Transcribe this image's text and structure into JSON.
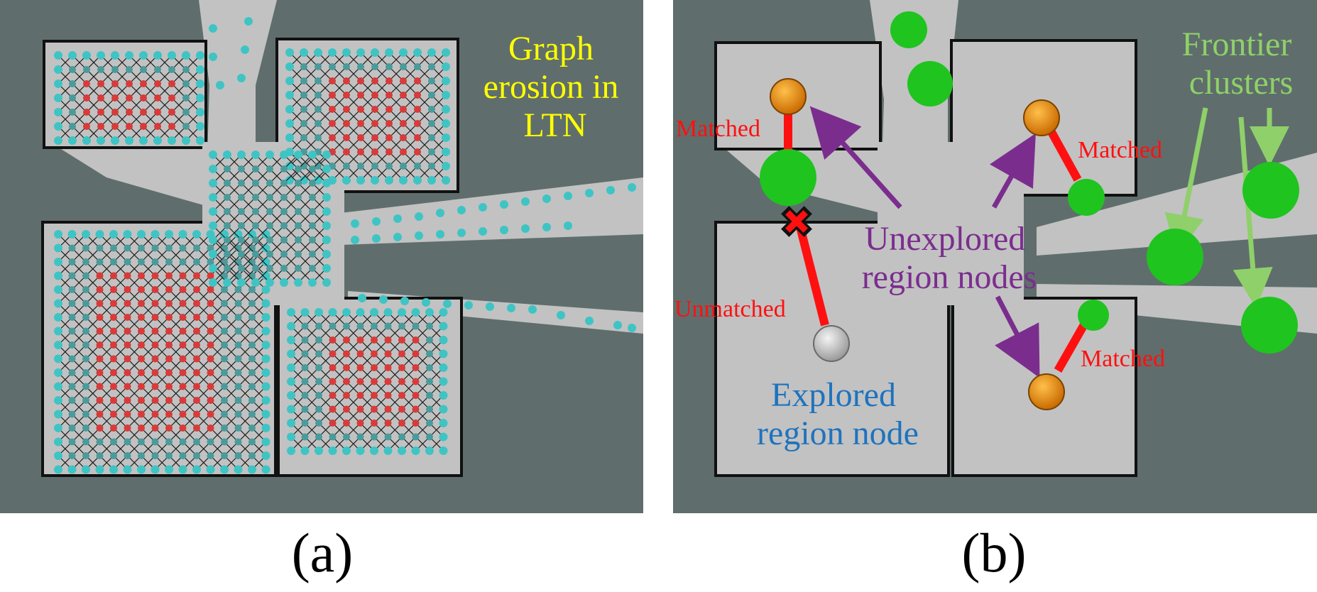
{
  "panels": {
    "a": {
      "caption": "(a)",
      "annotation_lines": [
        "Graph",
        "erosion in",
        "LTN"
      ]
    },
    "b": {
      "caption": "(b)",
      "labels": {
        "matched": "Matched",
        "unmatched": "Unmatched",
        "unexplored": [
          "Unexplored",
          "region nodes"
        ],
        "explored": [
          "Explored",
          "region node"
        ],
        "frontier": [
          "Frontier",
          "clusters"
        ]
      }
    }
  },
  "colors": {
    "background": "#5f6e6c",
    "free_space": "#c2c2c2",
    "wall": "#111111",
    "graph_node": "#3fc4c4",
    "graph_node_inner": "#4a9b9b",
    "eroded_node": "#d93a3a",
    "annotation_yellow": "#ffff00",
    "matched_red": "#ff1010",
    "unexplored_purple": "#7b2d8e",
    "explored_blue": "#1e73be",
    "frontier_green": "#8fd06a",
    "frontier_node": "#1fc41f",
    "region_node_orange": "#e8860f",
    "explored_node_gray": "#cfcfcf"
  },
  "icons": [
    "cross-mark-icon"
  ]
}
